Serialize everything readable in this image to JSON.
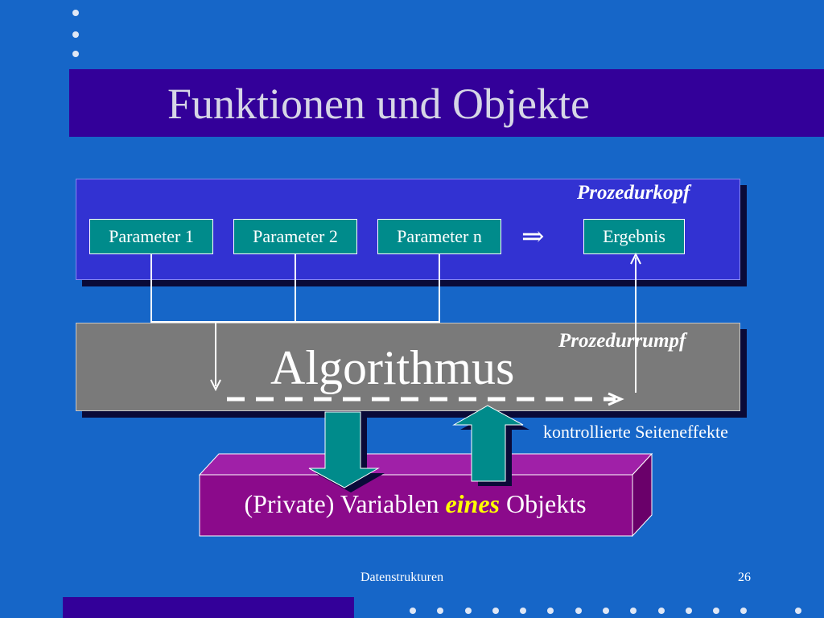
{
  "slide": {
    "title": "Funktionen und Objekte",
    "footer_center": "Datenstrukturen",
    "page_number": "26"
  },
  "diagram": {
    "header_label": "Prozedurkopf",
    "parameters": [
      "Parameter 1",
      "Parameter 2",
      "Parameter n"
    ],
    "implies_symbol": "⇒",
    "result": "Ergebnis",
    "body_label": "Prozedurrumpf",
    "algorithm": "Algorithmus",
    "side_effects_label": "kontrollierte Seiteneffekte",
    "variables_prefix": "(Private) Variablen ",
    "variables_emphasis": "eines",
    "variables_suffix": " Objekts"
  },
  "colors": {
    "background": "#1666c8",
    "title_band": "#330099",
    "header_box": "#3232d2",
    "body_box": "#7a7a7a",
    "parameter_box": "#008b8b",
    "variables_box": "#8b0a8b",
    "emphasis": "#ffff00"
  }
}
